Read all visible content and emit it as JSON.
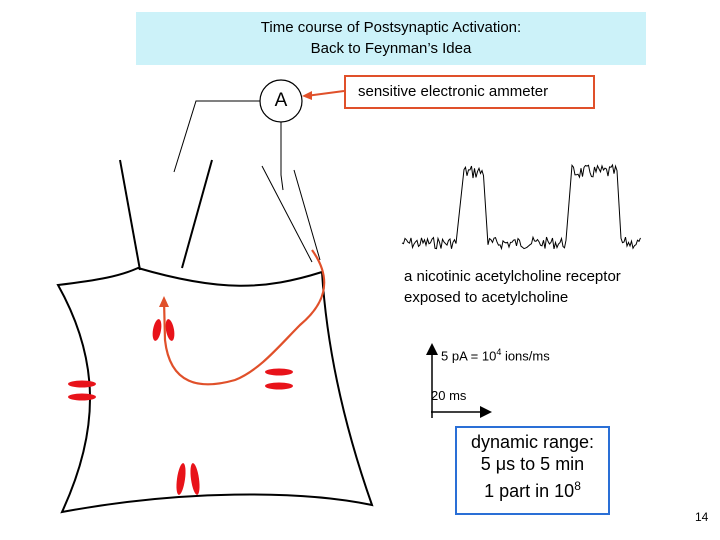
{
  "title": {
    "line1": "Time course of Postsynaptic Activation:",
    "line2": "Back to Feynman’s Idea"
  },
  "ammeter": {
    "letter": "A",
    "label": "sensitive electronic ammeter"
  },
  "receptor_label": {
    "line1": "a nicotinic acetylcholine receptor",
    "line2": "exposed to acetylcholine"
  },
  "scale_bar": {
    "current_prefix": "5 pA = 10",
    "current_exp": "4",
    "current_suffix": " ions/ms",
    "time": "20 ms"
  },
  "dynamic_range": {
    "line1": "dynamic range:",
    "line2": "5 μs to 5 min",
    "line3_prefix": "1 part in 10",
    "line3_exp": "8"
  },
  "page_number": "14",
  "colors": {
    "title_bg": "#ccf2f9",
    "highlight_red": "#e0502a",
    "channel_red": "#e8131a",
    "range_border": "#2a6fd6"
  }
}
